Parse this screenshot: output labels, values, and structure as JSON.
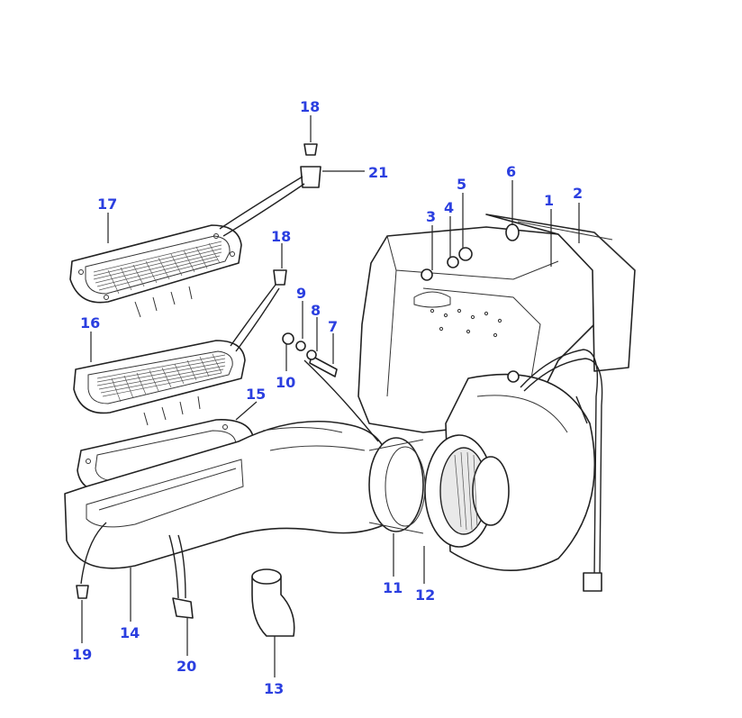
{
  "diagram": {
    "accent_color": "#2b3fe0",
    "callouts": [
      {
        "id": "c1",
        "text": "1"
      },
      {
        "id": "c2",
        "text": "2"
      },
      {
        "id": "c3",
        "text": "3"
      },
      {
        "id": "c4",
        "text": "4"
      },
      {
        "id": "c5",
        "text": "5"
      },
      {
        "id": "c6",
        "text": "6"
      },
      {
        "id": "c7",
        "text": "7"
      },
      {
        "id": "c8",
        "text": "8"
      },
      {
        "id": "c9",
        "text": "9"
      },
      {
        "id": "c10",
        "text": "10"
      },
      {
        "id": "c11",
        "text": "11"
      },
      {
        "id": "c12",
        "text": "12"
      },
      {
        "id": "c13",
        "text": "13"
      },
      {
        "id": "c14",
        "text": "14"
      },
      {
        "id": "c15",
        "text": "15"
      },
      {
        "id": "c16",
        "text": "16"
      },
      {
        "id": "c17",
        "text": "17"
      },
      {
        "id": "c18a",
        "text": "18"
      },
      {
        "id": "c18b",
        "text": "18"
      },
      {
        "id": "c19",
        "text": "19"
      },
      {
        "id": "c20",
        "text": "20"
      },
      {
        "id": "c21",
        "text": "21"
      }
    ]
  }
}
